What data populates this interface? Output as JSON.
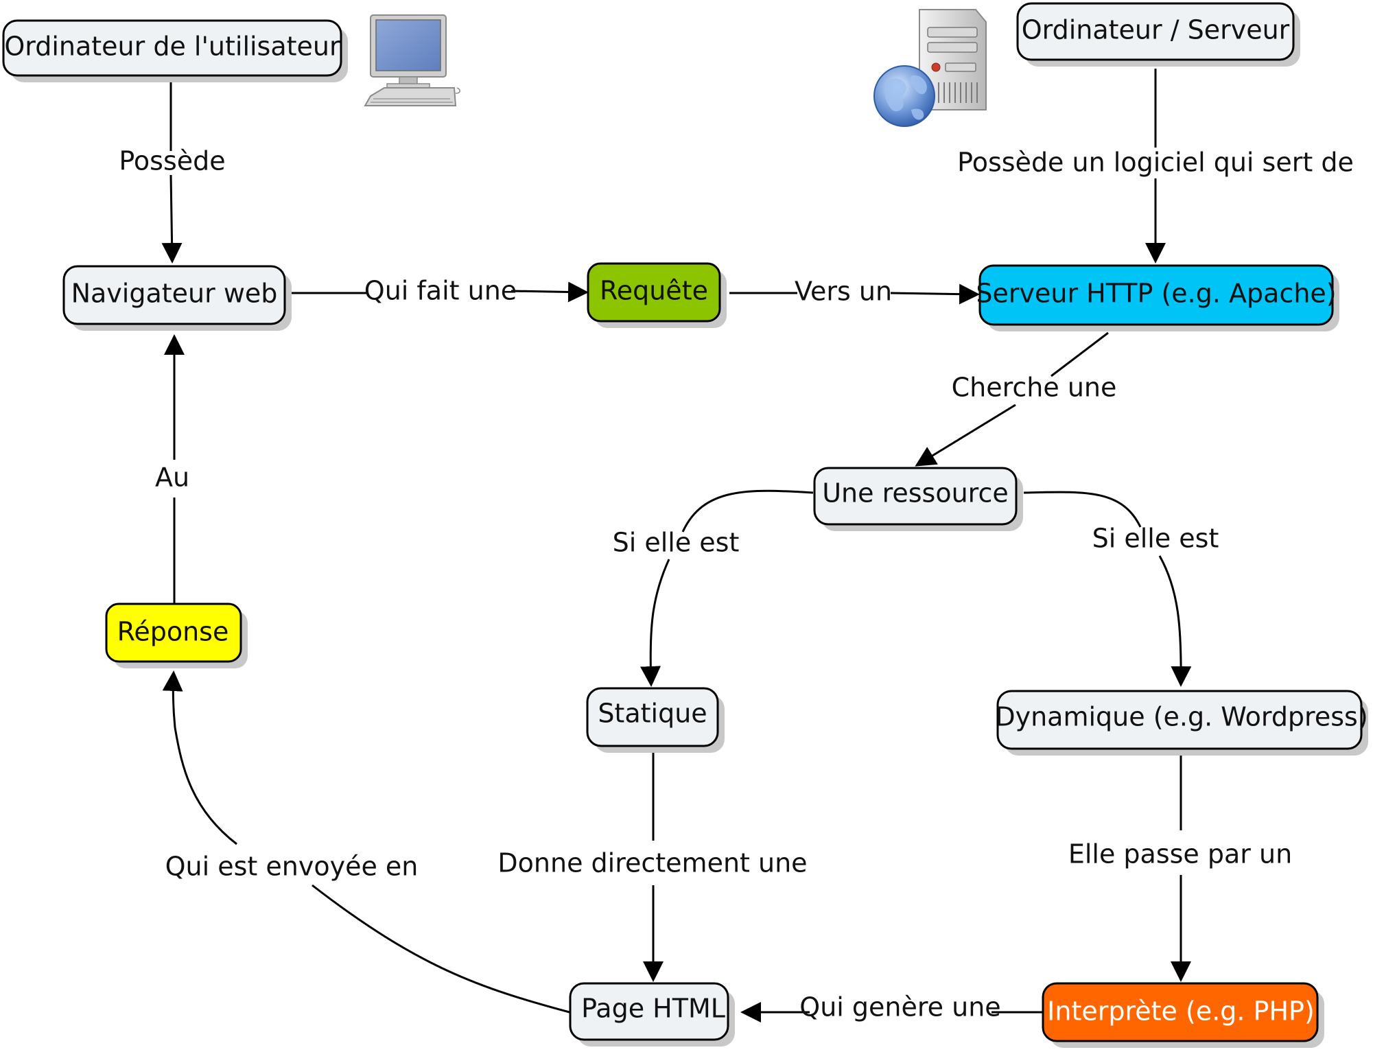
{
  "nodes": {
    "user_computer": {
      "label": "Ordinateur de l'utilisateur",
      "color": "#eef2f4"
    },
    "server_computer": {
      "label": "Ordinateur / Serveur",
      "color": "#eef2f4"
    },
    "browser": {
      "label": "Navigateur web",
      "color": "#eef2f4"
    },
    "request": {
      "label": "Requête",
      "color": "#8dc400"
    },
    "http_server": {
      "label": "Serveur HTTP (e.g. Apache)",
      "color": "#00c4f5"
    },
    "resource": {
      "label": "Une ressource",
      "color": "#eef2f4"
    },
    "static": {
      "label": "Statique",
      "color": "#eef2f4"
    },
    "dynamic": {
      "label": "Dynamique (e.g. Wordpress)",
      "color": "#eef2f4"
    },
    "response": {
      "label": "Réponse",
      "color": "#ffff00"
    },
    "html_page": {
      "label": "Page HTML",
      "color": "#eef2f4"
    },
    "interpreter": {
      "label": "Interprète (e.g. PHP)",
      "color": "#ff6600"
    }
  },
  "edges": {
    "possede": "Possède",
    "possede_logiciel": "Possède un logiciel qui sert de",
    "qui_fait_une": "Qui fait une",
    "vers_un": "Vers un",
    "cherche_une": "Cherche une",
    "si_elle_est_left": "Si elle est",
    "si_elle_est_right": "Si elle est",
    "au": "Au",
    "donne_directement": "Donne directement une",
    "elle_passe_par": "Elle passe par un",
    "qui_est_envoyee": "Qui est envoyée en",
    "qui_genere": "Qui genère une"
  },
  "icons": [
    "desktop-computer-icon",
    "web-server-icon"
  ]
}
